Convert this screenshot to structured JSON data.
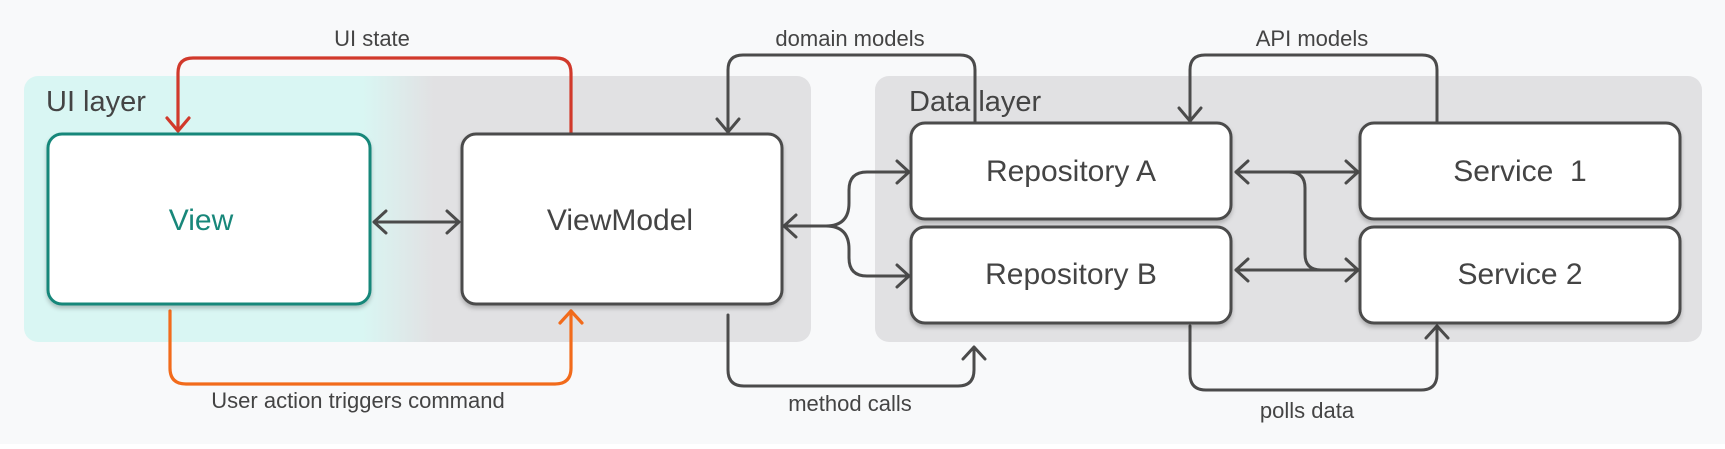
{
  "ui_layer": {
    "title": "UI layer",
    "view_label": "View",
    "viewmodel_label": "ViewModel"
  },
  "data_layer": {
    "title": "Data layer",
    "repository_a_label": "Repository A",
    "repository_b_label": "Repository B",
    "service_1_label": "Service  1",
    "service_2_label": "Service 2"
  },
  "edge_labels": {
    "ui_state": "UI state",
    "user_action": "User action triggers command",
    "domain_models": "domain models",
    "method_calls": "method calls",
    "api_models": "API models",
    "polls_data": "polls data"
  },
  "colors": {
    "canvas": "#f8f9fa",
    "layer_background": "#e1e1e3",
    "ui_layer_tint": "#d9f6f3",
    "box_fill": "#ffffff",
    "box_stroke": "#4b4b4b",
    "view_stroke": "#18877a",
    "view_text": "#18877a",
    "text": "#444444",
    "ui_state_arrow": "#d1392b",
    "user_action_arrow": "#f26b1b",
    "connector": "#4b4b4b"
  }
}
